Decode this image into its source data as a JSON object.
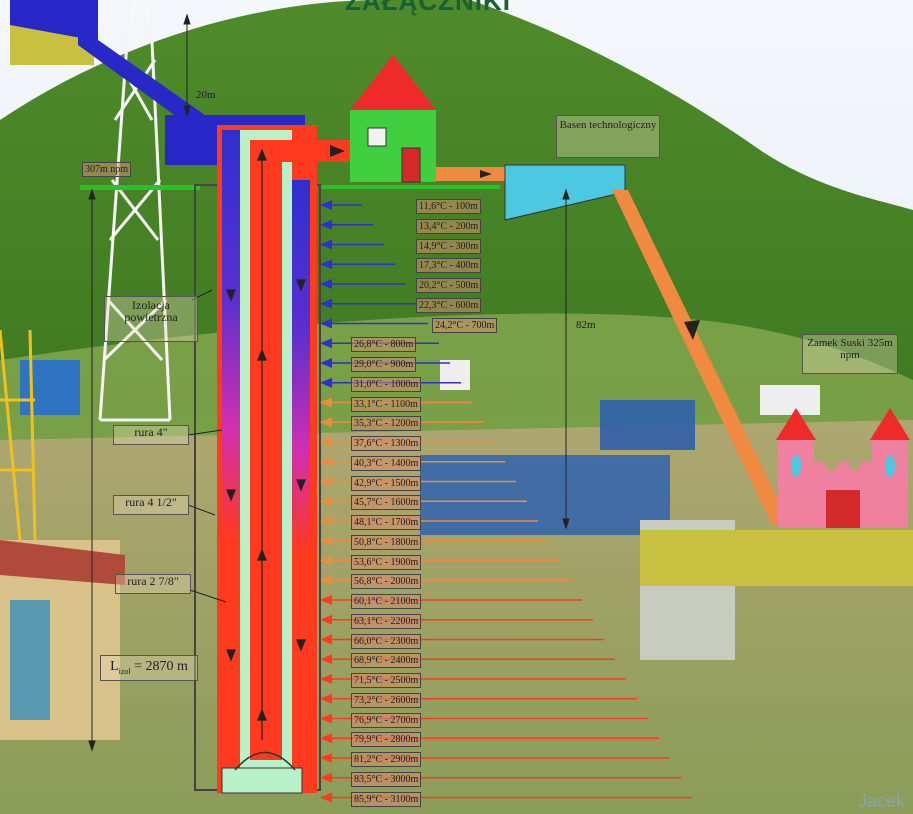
{
  "title": "ZAŁĄCZNIKI",
  "labels": {
    "elevation_left": "307m npm",
    "height_top": "20m",
    "pool": "Basen technologiczny",
    "castle": "Zamek Suski 325m npm",
    "slope": "82m",
    "insulation": "Izolacja powietrzna",
    "pipe_center": "rura 4\"",
    "pipe_outer": "rura 4 1/2\"",
    "pipe_inner": "rura 2 7/8\"",
    "length_prefix": "L",
    "length_sub": "izol",
    "length_value": "= 2870 m"
  },
  "temperatures": [
    "11,6°C - 100m",
    "13,4°C - 200m",
    "14,9°C - 300m",
    "17,3°C - 400m",
    "20,2°C - 500m",
    "22,3°C - 600m",
    "24,2°C - 700m",
    "26,8°C - 800m",
    "29,0°C - 900m",
    "31,0°C - 1000m",
    "33,1°C - 1100m",
    "35,3°C - 1200m",
    "37,6°C - 1300m",
    "40,3°C - 1400m",
    "42,9°C - 1500m",
    "45,7°C - 1600m",
    "48,1°C - 1700m",
    "50,8°C - 1800m",
    "53,6°C - 1900m",
    "56,8°C - 2000m",
    "60,1°C - 2100m",
    "63,1°C - 2200m",
    "66,0°C - 2300m",
    "68,9°C - 2400m",
    "71,5°C - 2500m",
    "73,2°C - 2600m",
    "76,9°C - 2700m",
    "79,9°C - 2800m",
    "81,2°C - 2900m",
    "83,5°C - 3000m",
    "85,9°C - 3100m"
  ],
  "watermark": "Jacek",
  "colors": {
    "cold": "#2f2fd0",
    "hot": "#ff3a1e",
    "house": "#3fcf3f",
    "roof": "#ef2a2a",
    "pool": "#4cc8e0",
    "castle": "#f080a0",
    "pipe_slope": "#f08a40"
  }
}
